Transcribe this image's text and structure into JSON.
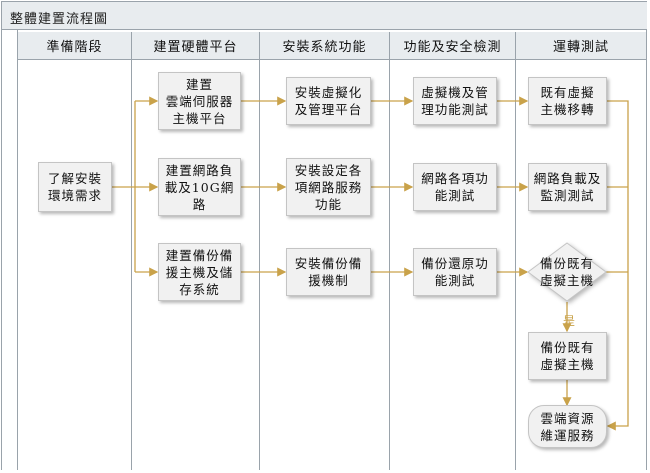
{
  "title": "整體建置流程圖",
  "colors": {
    "line": "#c9a24a",
    "header_bg": "#e8ecef",
    "border": "#9aa3ab",
    "box_bg": "#f1f1f1"
  },
  "columns": [
    "準備階段",
    "建置硬體平台",
    "安裝系統功能",
    "功能及安全檢測",
    "運轉測試"
  ],
  "nodes": {
    "prepare": "了解安裝\n環境需求",
    "hw_cloud": "建置\n雲端伺服器\n主機平台",
    "hw_network": "建置網路負\n載及10G網\n路",
    "hw_backup": "建置備份備\n援主機及儲\n存系統",
    "sys_virtual": "安裝虛擬化\n及管理平台",
    "sys_network": "安裝設定各\n項網路服務\n功能",
    "sys_backup": "安裝備份備\n援機制",
    "chk_vm": "虛擬機及管\n理功能測試",
    "chk_network": "網路各項功\n能測試",
    "chk_backup": "備份還原功\n能測試",
    "run_migrate": "既有虛擬\n主機移轉",
    "run_load": "網路負載及\n監測測試",
    "run_decision": "備份既有\n虛擬主機",
    "run_backup": "備份既有\n虛擬主機",
    "run_cloud": "雲端資源\n維運服務"
  },
  "yes_label": "是"
}
